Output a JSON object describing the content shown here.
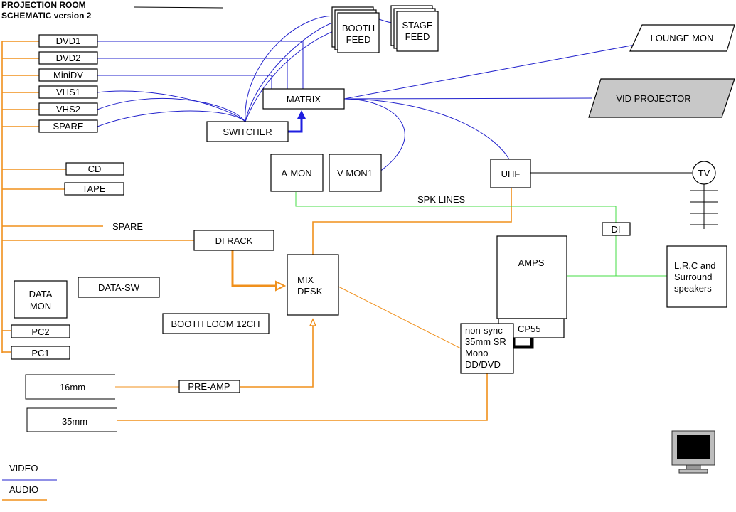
{
  "title": {
    "line1": "PROJECTION ROOM",
    "line2": "SCHEMATIC version 2"
  },
  "sources": {
    "dvd1": "DVD1",
    "dvd2": "DVD2",
    "minidv": "MiniDV",
    "vhs1": "VHS1",
    "vhs2": "VHS2",
    "spare_video": "SPARE",
    "cd": "CD",
    "tape": "TAPE",
    "spare_audio": "SPARE",
    "pc2": "PC2",
    "pc1": "PC1"
  },
  "devices": {
    "booth_feed_1": "BOOTH",
    "booth_feed_2": "FEED",
    "stage_feed_1": "STAGE",
    "stage_feed_2": "FEED",
    "lounge_mon": "LOUNGE MON",
    "vid_projector": "VID PROJECTOR",
    "matrix": "MATRIX",
    "switcher": "SWITCHER",
    "a_mon": "A-MON",
    "v_mon1": "V-MON1",
    "uhf": "UHF",
    "tv": "TV",
    "spk_lines": "SPK LINES",
    "di": "DI",
    "di_rack": "DI RACK",
    "mix_desk_1": "MIX",
    "mix_desk_2": "DESK",
    "amps": "AMPS",
    "cp55": "CP55",
    "cinema_proc": [
      "non-sync",
      "35mm SR",
      "Mono",
      "DD/DVD"
    ],
    "speakers": [
      "L,R,C and",
      "Surround",
      "speakers"
    ],
    "data_mon_1": "DATA",
    "data_mon_2": "MON",
    "data_sw": "DATA-SW",
    "booth_loom": "BOOTH LOOM 12CH",
    "film_16mm": "16mm",
    "film_35mm": "35mm",
    "pre_amp": "PRE-AMP"
  },
  "legend": {
    "video": "VIDEO",
    "audio": "AUDIO"
  },
  "colors": {
    "video": "#2222cc",
    "audio": "#f0901c",
    "speaker": "#44dd44",
    "projector_fill": "#c8c8c8"
  },
  "icons": {
    "monitor": "computer-monitor-icon"
  }
}
